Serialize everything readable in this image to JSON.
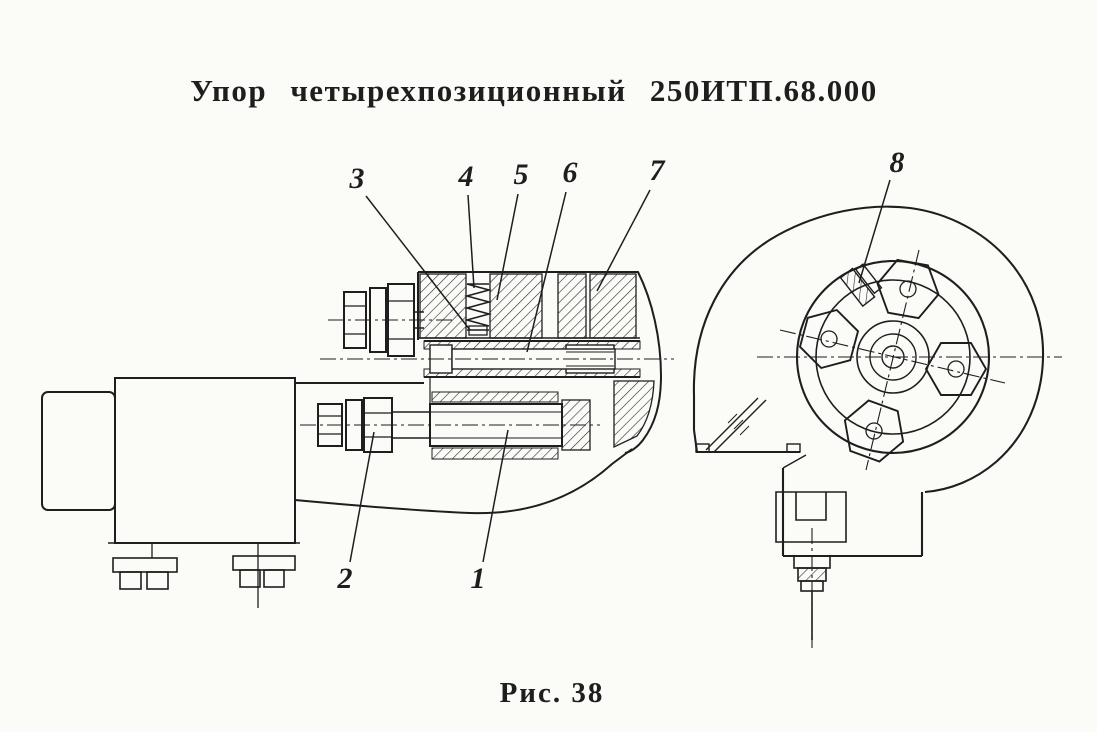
{
  "title": "Упор четырехпозиционный 250ИТП.68.000",
  "caption": "Рис. 38",
  "colors": {
    "ink": "#1e1e1e",
    "paper": "#fbfbf8"
  },
  "callouts": [
    {
      "label": "1"
    },
    {
      "label": "2"
    },
    {
      "label": "3"
    },
    {
      "label": "4"
    },
    {
      "label": "5"
    },
    {
      "label": "6"
    },
    {
      "label": "7"
    },
    {
      "label": "8"
    }
  ]
}
